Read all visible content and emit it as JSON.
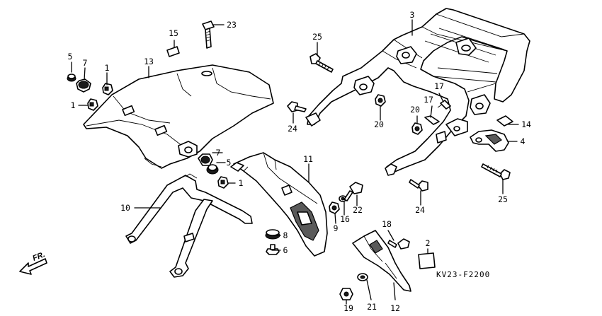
{
  "diagram_code": "KV23-F2200",
  "direction_marker": "FR.",
  "callouts": [
    {
      "id": "c1",
      "text": "1"
    },
    {
      "id": "c2",
      "text": "1"
    },
    {
      "id": "c3",
      "text": "1"
    },
    {
      "id": "c4",
      "text": "2"
    },
    {
      "id": "c5",
      "text": "3"
    },
    {
      "id": "c6",
      "text": "4"
    },
    {
      "id": "c7",
      "text": "5"
    },
    {
      "id": "c8",
      "text": "5"
    },
    {
      "id": "c9",
      "text": "6"
    },
    {
      "id": "c10",
      "text": "7"
    },
    {
      "id": "c11",
      "text": "7"
    },
    {
      "id": "c12",
      "text": "8"
    },
    {
      "id": "c13",
      "text": "9"
    },
    {
      "id": "c14",
      "text": "10"
    },
    {
      "id": "c15",
      "text": "11"
    },
    {
      "id": "c16",
      "text": "12"
    },
    {
      "id": "c17",
      "text": "13"
    },
    {
      "id": "c18",
      "text": "14"
    },
    {
      "id": "c19",
      "text": "15"
    },
    {
      "id": "c20",
      "text": "16"
    },
    {
      "id": "c21",
      "text": "17"
    },
    {
      "id": "c22",
      "text": "17"
    },
    {
      "id": "c23",
      "text": "18"
    },
    {
      "id": "c24",
      "text": "19"
    },
    {
      "id": "c25",
      "text": "20"
    },
    {
      "id": "c26",
      "text": "20"
    },
    {
      "id": "c27",
      "text": "21"
    },
    {
      "id": "c28",
      "text": "22"
    },
    {
      "id": "c29",
      "text": "23"
    },
    {
      "id": "c30",
      "text": "24"
    },
    {
      "id": "c31",
      "text": "24"
    },
    {
      "id": "c32",
      "text": "25"
    },
    {
      "id": "c33",
      "text": "25"
    }
  ]
}
